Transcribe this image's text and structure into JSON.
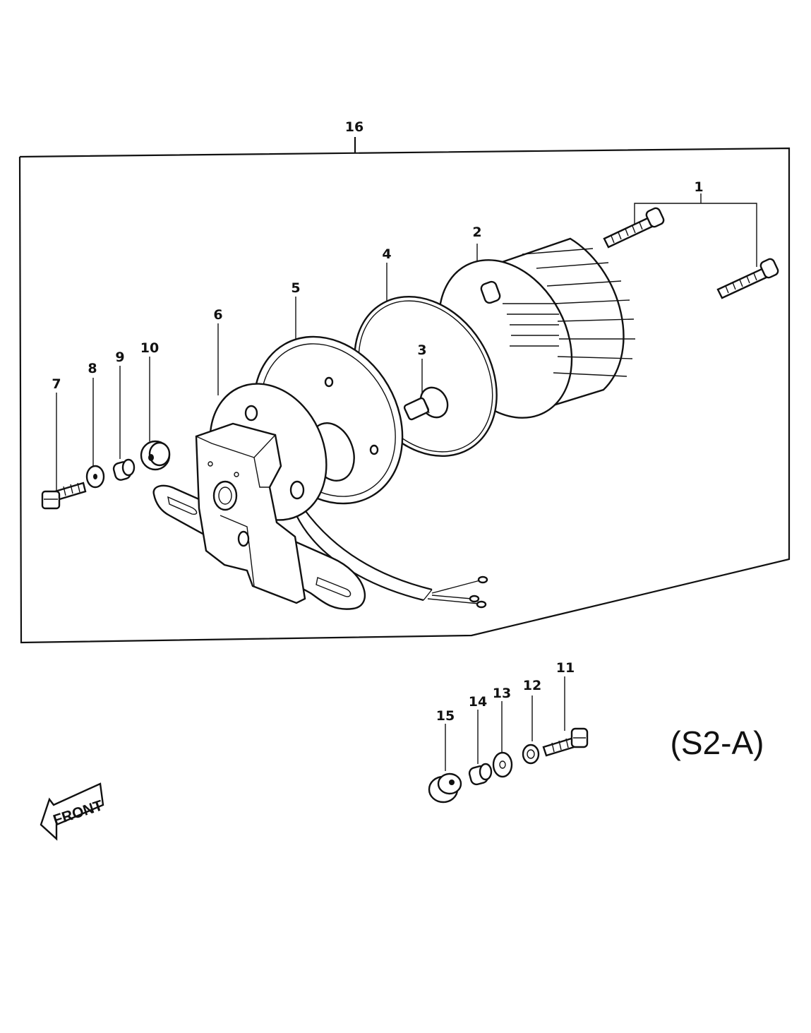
{
  "diagram": {
    "code": "(S2-A)",
    "front_label": "FRONT",
    "callouts": {
      "p1": "1",
      "p2": "2",
      "p3": "3",
      "p4": "4",
      "p5": "5",
      "p6": "6",
      "p7": "7",
      "p8": "8",
      "p9": "9",
      "p10": "10",
      "p11": "11",
      "p12": "12",
      "p13": "13",
      "p14": "14",
      "p15": "15",
      "p16": "16"
    },
    "colors": {
      "ink": "#111111",
      "paper": "#ffffff"
    }
  }
}
